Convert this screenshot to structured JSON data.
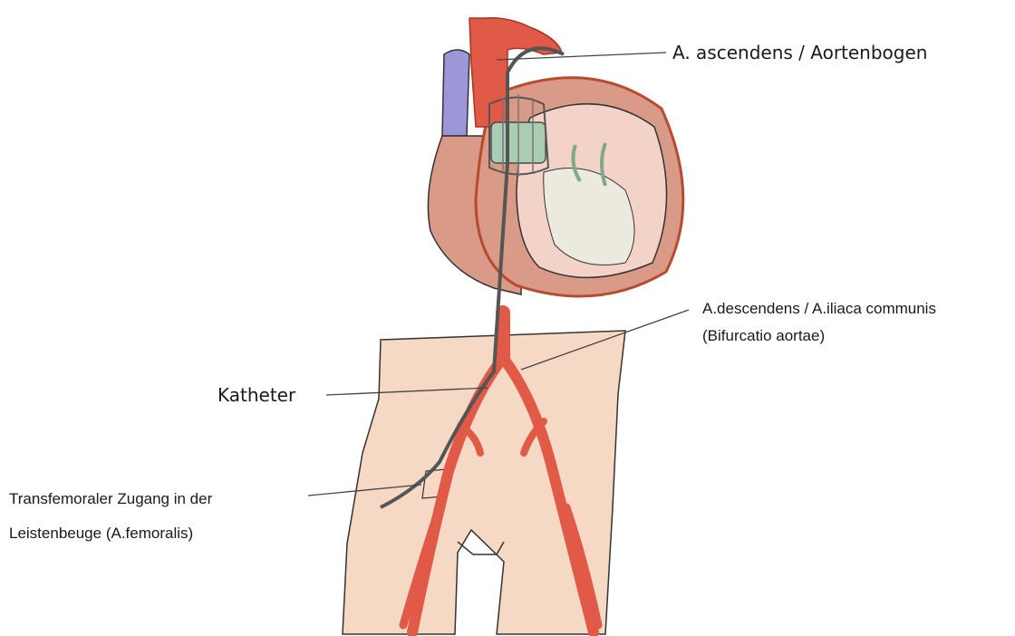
{
  "labels": {
    "aorta_ascending": "A. ascendens / Aortenbogen",
    "aorta_descending_line1": "A.descendens / A.iliaca communis",
    "aorta_descending_line2": "(Bifurcatio aortae)",
    "catheter": "Katheter",
    "access_line1": "Transfemoraler Zugang in der",
    "access_line2": "Leistenbeuge (A.femoralis)"
  },
  "colors": {
    "artery": "#e05a47",
    "artery_outline": "#a83224",
    "heart_outer": "#d99a88",
    "heart_inner": "#f3d3c8",
    "vein": "#9c97d8",
    "torso": "#f5d9c4",
    "valve": "#a9cdb2",
    "catheter": "#555555",
    "leader_line": "#444444"
  },
  "icons": [
    "heart-illustration",
    "torso-illustration",
    "catheter-wire",
    "valve-stent"
  ]
}
